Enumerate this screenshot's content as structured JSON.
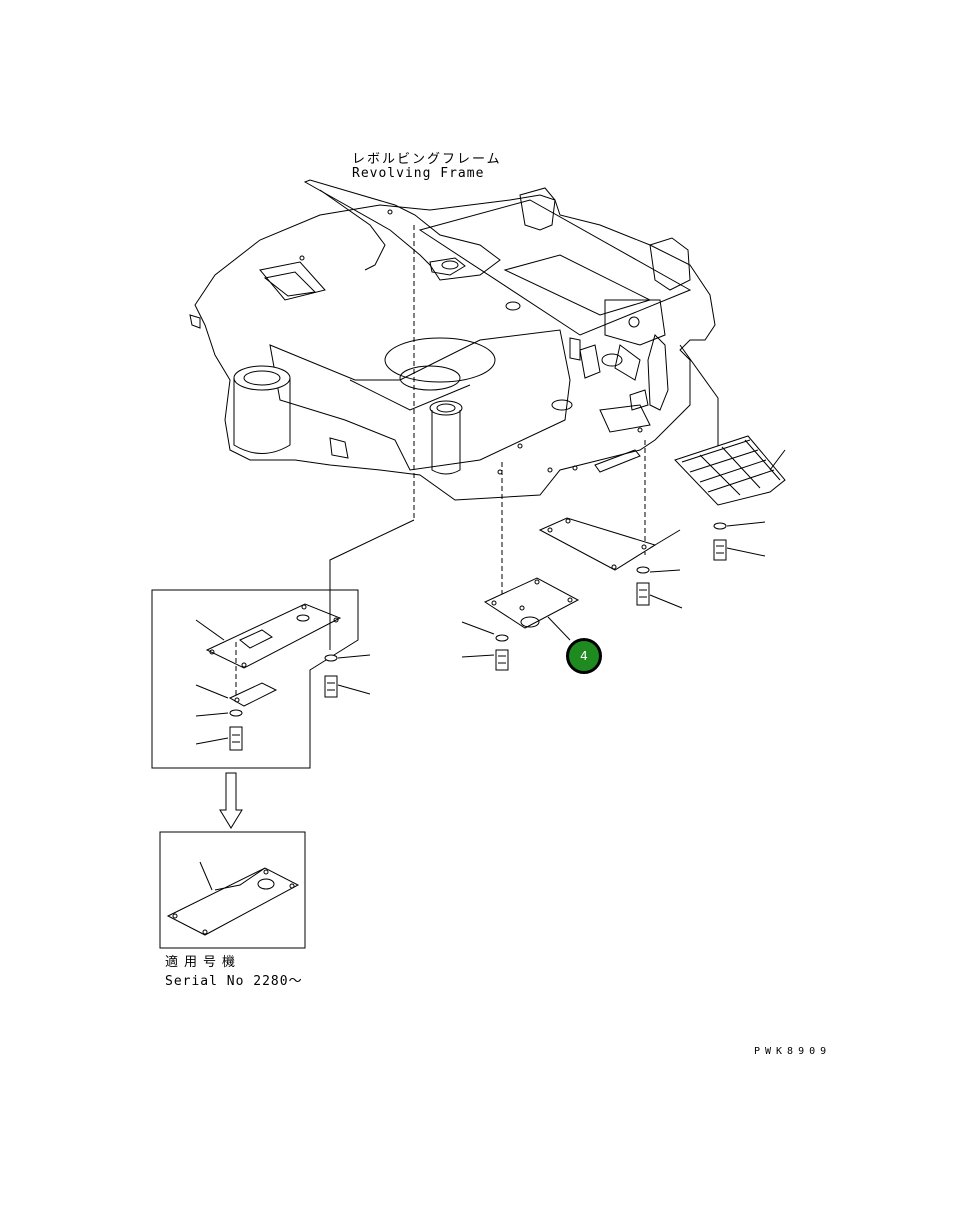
{
  "frame_label": {
    "japanese": "レボルビングフレーム",
    "english": "Revolving Frame"
  },
  "serial_label": {
    "japanese": "適用号機",
    "english": "Serial No 2280～"
  },
  "drawing_code": "PWK8909",
  "callout": {
    "number": "4",
    "color": "#1f8a1f"
  }
}
